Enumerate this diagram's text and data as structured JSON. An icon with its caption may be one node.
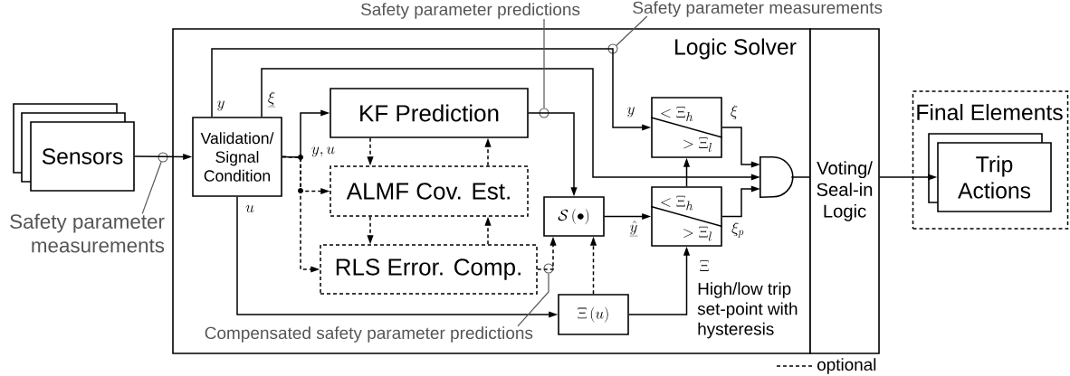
{
  "diagram": {
    "nodes": [
      {
        "text": [
          "Sensors"
        ]
      },
      {
        "text": [
          "Logic Solver"
        ]
      },
      {
        "text": [
          "Validation/ Signal Condition"
        ],
        "in": 1
      },
      {
        "text": [
          "KF Prediction"
        ],
        "in": 1
      },
      {
        "text": [
          "ALMF Cov. Est."
        ],
        "in": 1
      },
      {
        "text": [
          "RLS Error. Comp."
        ],
        "in": 1
      },
      {
        "text": [
          "\\mathcal{S}\\left(\\bullet\\right)"
        ],
        "in": 1
      },
      {
        "text": [
          "\\Xi\\left(u\\right)"
        ],
        "in": 1
      },
      {
        "text": [
          "<\\Xi_h",
          ">\\Xi_l"
        ],
        "in": 1
      },
      {
        "text": [
          "<\\Xi_h",
          ">\\Xi_l"
        ],
        "in": 1
      },
      {
        "text": [],
        "shape": "gate",
        "in": 1
      },
      {
        "text": [
          "Voting/ Seal-in Logic"
        ]
      },
      {
        "text": [
          "Final Elements"
        ]
      },
      {
        "text": [
          "Trip Actions"
        ],
        "in": 12
      },
      {
        "text": [
          "Safety parameter measurements"
        ]
      },
      {
        "text": [
          "Safety parameter predictions"
        ]
      },
      {
        "text": [
          "Safety parameter measurements"
        ]
      },
      {
        "text": [
          "Compensated safety parameter predictions"
        ],
        "in": 1
      },
      {
        "text": [],
        "shape": "circle"
      },
      {
        "text": [],
        "shape": "circle",
        "in": 1
      },
      {
        "text": [],
        "shape": "circle",
        "in": 1
      },
      {
        "text": [],
        "shape": "circle",
        "in": 1
      }
    ],
    "edges": [
      {
        "from": 0,
        "to": 2,
        "arrow": "to"
      },
      {
        "from": 14,
        "to": 18,
        "arrow": "none",
        "color": "#555555"
      },
      {
        "from": 2,
        "to": 3,
        "arrow": "to"
      },
      {
        "from": 2,
        "to": 4,
        "arrow": "to",
        "style": "dashed"
      },
      {
        "from": 2,
        "to": 5,
        "arrow": "to",
        "style": "dashed"
      },
      {
        "from": 3,
        "to": 4,
        "arrow": "to",
        "style": "dashed"
      },
      {
        "from": 4,
        "to": 3,
        "arrow": "to",
        "style": "dashed"
      },
      {
        "from": 4,
        "to": 5,
        "arrow": "to",
        "style": "dashed"
      },
      {
        "from": 5,
        "to": 4,
        "arrow": "to",
        "style": "dashed"
      },
      {
        "from": 3,
        "to": 6,
        "arrow": "to"
      },
      {
        "from": 5,
        "to": 6,
        "arrow": "to",
        "style": "dashed"
      },
      {
        "from": 7,
        "to": 6,
        "arrow": "to",
        "style": "dashed"
      },
      {
        "from": 2,
        "to": 7,
        "arrow": "to"
      },
      {
        "from": 2,
        "to": 8,
        "arrow": "to"
      },
      {
        "from": 2,
        "to": 10,
        "arrow": "to"
      },
      {
        "from": 6,
        "to": 9,
        "arrow": "to"
      },
      {
        "from": 7,
        "to": 9,
        "arrow": "to"
      },
      {
        "from": 9,
        "to": 8,
        "arrow": "to"
      },
      {
        "from": 8,
        "to": 10,
        "arrow": "to"
      },
      {
        "from": 9,
        "to": 10,
        "arrow": "to"
      },
      {
        "from": 10,
        "to": 11,
        "arrow": "none"
      },
      {
        "from": 11,
        "to": 13,
        "arrow": "to"
      },
      {
        "from": 15,
        "to": 19,
        "arrow": "none",
        "color": "#555555"
      },
      {
        "from": 16,
        "to": 21,
        "arrow": "none",
        "color": "#555555"
      },
      {
        "from": 17,
        "to": 20,
        "arrow": "none",
        "color": "#555555"
      }
    ],
    "labels": [
      "y",
      "\\underline{\\xi}",
      "y, u",
      "u",
      "y",
      "\\xi",
      "\\underline{\\hat{y}}",
      "\\xi_p",
      "\\Xi",
      "High/low trip set-point with hysteresis"
    ],
    "legend": [
      {
        "text": "optional"
      }
    ]
  }
}
